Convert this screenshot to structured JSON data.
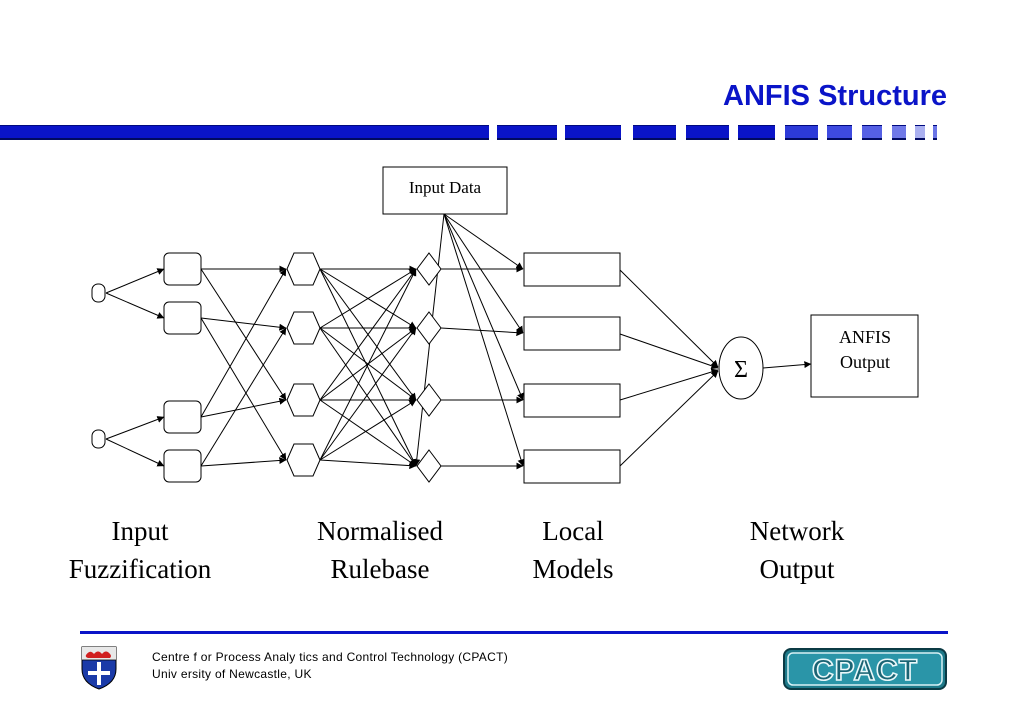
{
  "header": {
    "title": "ANFIS Structure",
    "accent_color": "#0a14c8"
  },
  "diagram": {
    "input_data_label": "Input Data",
    "sum_symbol": "Σ",
    "output_label_line1": "ANFIS",
    "output_label_line2": "Output",
    "stages": [
      {
        "line1": "Input",
        "line2": "Fuzzification"
      },
      {
        "line1": "Normalised",
        "line2": "Rulebase"
      },
      {
        "line1": "Local",
        "line2": "Models"
      },
      {
        "line1": "Network",
        "line2": "Output"
      }
    ]
  },
  "footer": {
    "line1": "Centre f or Process Analy tics and Control Technology   (CPACT)",
    "line2": "Univ ersity  of  Newcastle, UK",
    "logo_text": "CPACT",
    "crest_icon": "university-crest-icon"
  }
}
